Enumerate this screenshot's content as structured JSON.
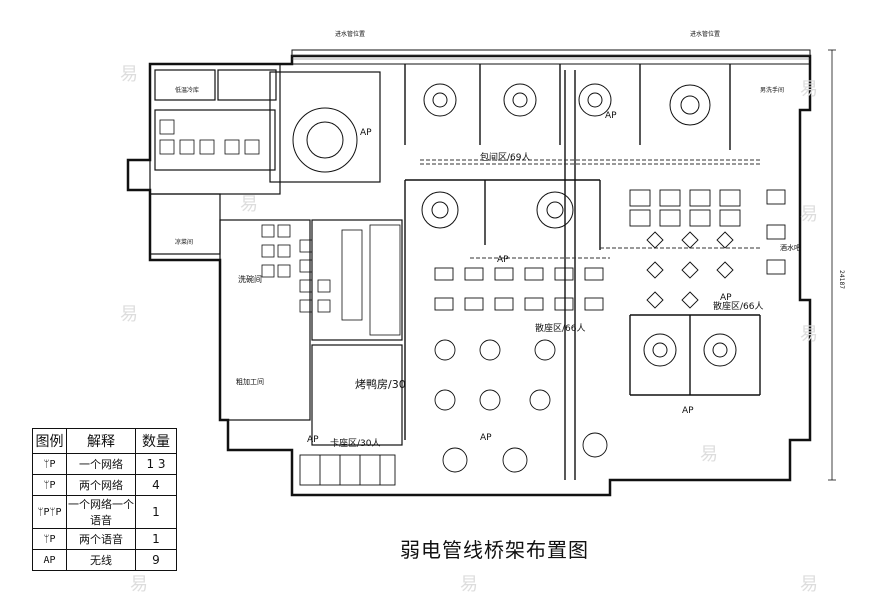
{
  "title": "弱电管线桥架布置图",
  "watermarks": [
    "易",
    "易",
    "易",
    "易",
    "易",
    "易",
    "易",
    "易",
    "易",
    "易"
  ],
  "legend": {
    "headers": [
      "图例",
      "解释",
      "数量"
    ],
    "rows": [
      {
        "symbol": "ᛘP",
        "desc": "一个网络",
        "qty": "1 3"
      },
      {
        "symbol": "ᛘP",
        "desc": "两个网络",
        "qty": "4"
      },
      {
        "symbol": "ᛘPᛘP",
        "desc": "一个网络一个语音",
        "qty": "1"
      },
      {
        "symbol": "ᛘP",
        "desc": "两个语音",
        "qty": "1"
      },
      {
        "symbol": "AP",
        "desc": "无线",
        "qty": "9"
      }
    ]
  },
  "rooms": {
    "bbq": "烤鸭房/30",
    "booth": "卡座区/30人",
    "private": "包间区/69人",
    "hall1": "散座区/66人",
    "hall2": "散座区/66人"
  },
  "small_labels": {
    "wash": "洗碗间",
    "prep": "粗加工间",
    "cold": "低温冷库",
    "room": "凉菜间",
    "side": "24187",
    "top1": "进水管位置",
    "top2": "进水管位置",
    "restroom": "男洗手间",
    "drink": "酒水吧"
  },
  "ap_marks": [
    "AP",
    "AP",
    "AP",
    "AP",
    "AP",
    "AP",
    "AP"
  ]
}
